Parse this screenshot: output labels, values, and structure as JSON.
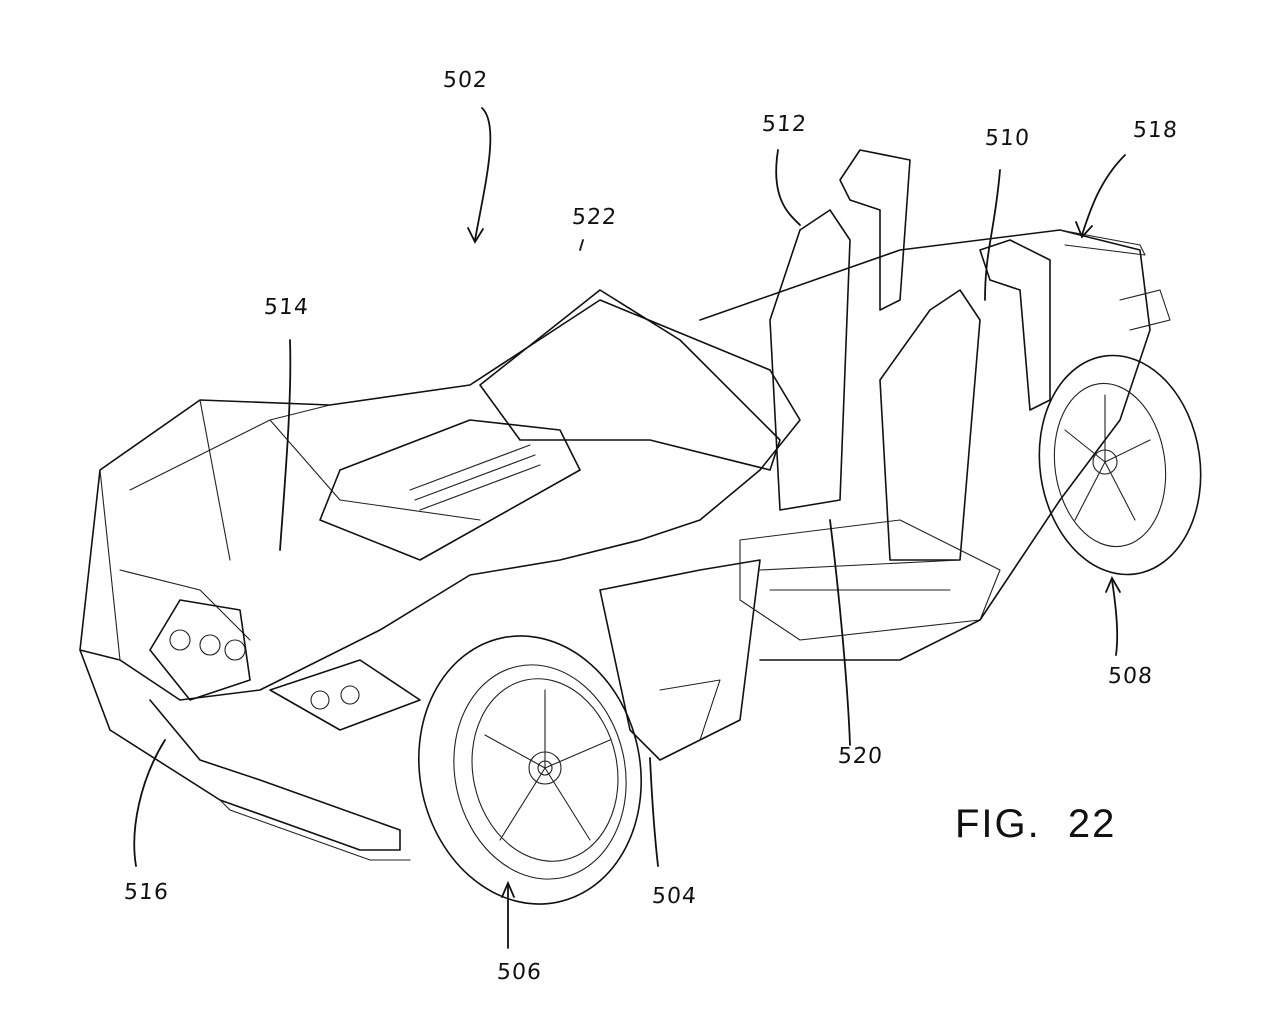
{
  "figure": {
    "caption": "FIG. 22",
    "subject": "three-wheeled vehicle, front perspective view"
  },
  "reference_numerals": {
    "r502": "502",
    "r504": "504",
    "r506": "506",
    "r508": "508",
    "r510": "510",
    "r512": "512",
    "r514": "514",
    "r516": "516",
    "r518": "518",
    "r520": "520",
    "r522": "522"
  },
  "components": [
    {
      "ref": "502",
      "part": "vehicle"
    },
    {
      "ref": "504",
      "part": "frame / side panel"
    },
    {
      "ref": "506",
      "part": "front wheel"
    },
    {
      "ref": "508",
      "part": "rear wheel"
    },
    {
      "ref": "510",
      "part": "passenger seat"
    },
    {
      "ref": "512",
      "part": "driver seat"
    },
    {
      "ref": "514",
      "part": "hood"
    },
    {
      "ref": "516",
      "part": "front fascia / headlight"
    },
    {
      "ref": "518",
      "part": "rear body"
    },
    {
      "ref": "520",
      "part": "floor / cockpit"
    },
    {
      "ref": "522",
      "part": "windshield"
    }
  ]
}
